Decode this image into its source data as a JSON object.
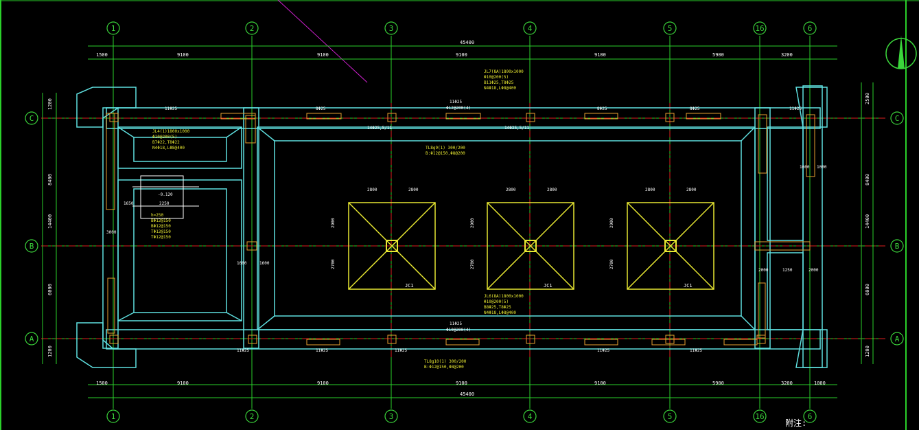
{
  "grid": {
    "columns": [
      "1",
      "2",
      "3",
      "4",
      "5",
      "16",
      "6"
    ],
    "rows": [
      "C",
      "B",
      "A"
    ]
  },
  "dimensions": {
    "top_total": "45400",
    "bottom_total": "45400",
    "top_segments": [
      "1500",
      "9100",
      "9100",
      "9100",
      "9100",
      "5900",
      "3200"
    ],
    "bottom_segments": [
      "1500",
      "9100",
      "9100",
      "9100",
      "9100",
      "5900",
      "3200",
      "1000"
    ],
    "left_vertical": [
      "1200",
      "8400",
      "14400",
      "6000",
      "1200"
    ],
    "right_vertical": [
      "2500",
      "8400",
      "14400",
      "6000",
      "1200"
    ]
  },
  "beam_labels": {
    "top": [
      "11Φ25",
      "8Φ25",
      "8Φ25",
      "8Φ25",
      "11Φ25"
    ],
    "top_mid": [
      "11Φ25",
      "Φ12@200(4)"
    ],
    "bottom": [
      "11Φ25",
      "11Φ25",
      "11Φ25",
      "11Φ25",
      "11Φ25"
    ],
    "bottom_mid": [
      "11Φ25",
      "Φ10@200(4)"
    ],
    "inner": [
      "14Φ25,5/11",
      "14Φ25,5/11"
    ]
  },
  "annotations": {
    "jl7": [
      "JL7(8A)1800x1000",
      "Φ10@200(5)",
      "B11Φ25,T8Φ25",
      "N4Φ18,LΦ8@400"
    ],
    "jl6": [
      "JL6(8A)1800x1000",
      "Φ10@200(5)",
      "B8Φ25,T8Φ25",
      "N4Φ18,LΦ8@400"
    ],
    "jl4": [
      "JL4(1)1800x1000",
      "Φ10@200(5)",
      "B7Φ22,T8Φ22",
      "N4Φ18,LΦ8@400"
    ],
    "tl1": [
      "TL8g9(1) 300/200",
      "B:Φ12@150,Φ8@200"
    ],
    "tl2": [
      "TL8g10(1) 300/200",
      "B:Φ12@150,Φ8@200"
    ],
    "stair": [
      "h=250",
      "BΦ12@150",
      "BΦ12@150",
      "TΦ12@150",
      "TΦ12@150"
    ],
    "elev": "-0.120",
    "notes_label": "附注:"
  },
  "footings": {
    "label": "JC1",
    "dims": [
      "2800",
      "2800",
      "2900",
      "2700"
    ]
  },
  "misc": [
    "1650",
    "2250",
    "3000",
    "1600",
    "1600",
    "2000",
    "1250",
    "2000",
    "1000",
    "1600"
  ]
}
